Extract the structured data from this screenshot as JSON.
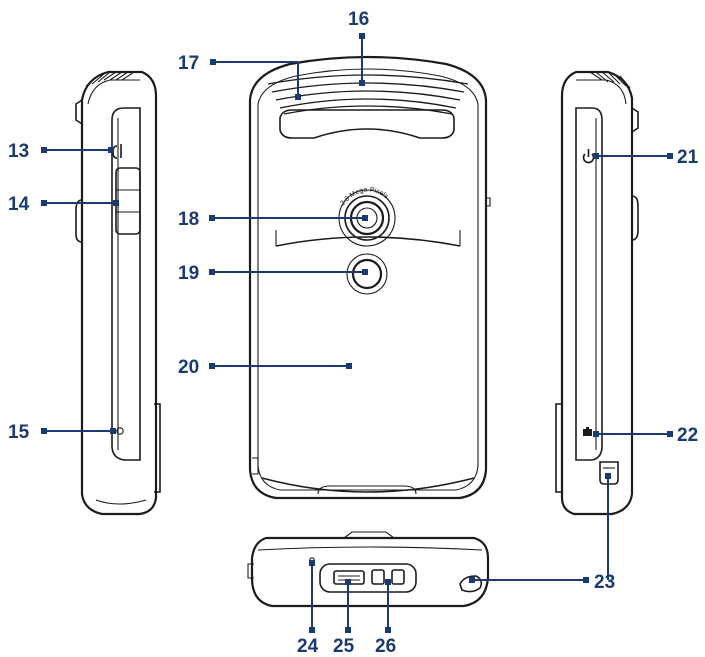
{
  "callouts": {
    "n13": "13",
    "n14": "14",
    "n15": "15",
    "n16": "16",
    "n17": "17",
    "n18": "18",
    "n19": "19",
    "n20": "20",
    "n21": "21",
    "n22": "22",
    "n23": "23",
    "n24": "24",
    "n25": "25",
    "n26": "26"
  },
  "camera_label": "2.0 Mega Pixels",
  "colors": {
    "callout": "#1a3a73",
    "outline": "#1c1c1c",
    "background": "#ffffff"
  },
  "icons": {
    "power": "power-icon",
    "camera_button": "camera-button-icon"
  }
}
